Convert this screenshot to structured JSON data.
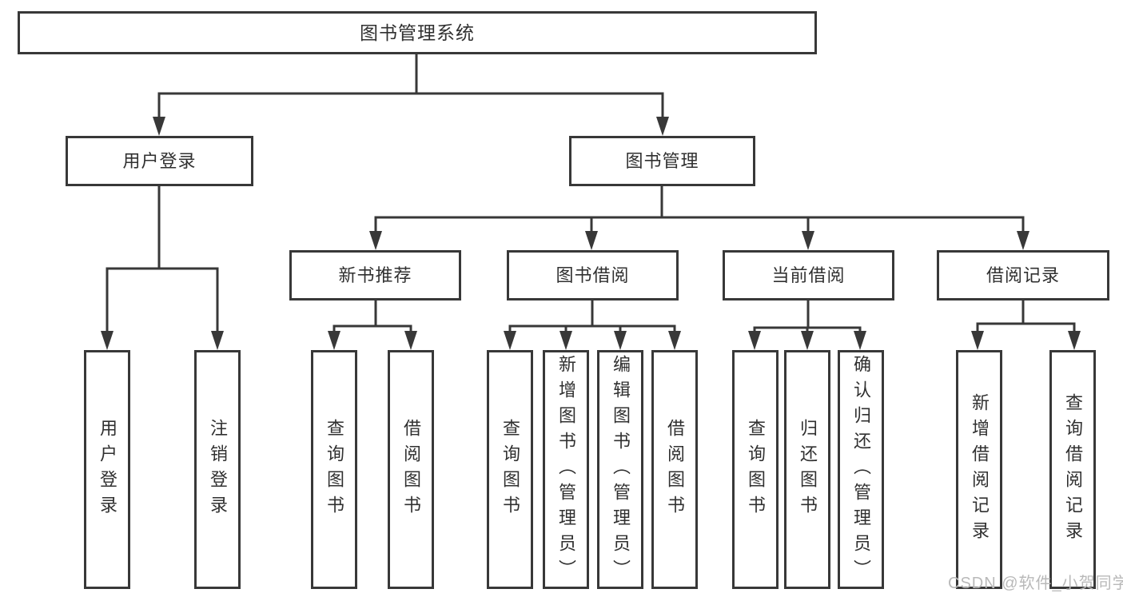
{
  "diagram": {
    "tree": {
      "label": "图书管理系统",
      "children": [
        {
          "label": "用户登录",
          "children": [
            {
              "label": "用户登录"
            },
            {
              "label": "注销登录"
            }
          ]
        },
        {
          "label": "图书管理",
          "children": [
            {
              "label": "新书推荐",
              "children": [
                {
                  "label": "查询图书"
                },
                {
                  "label": "借阅图书"
                }
              ]
            },
            {
              "label": "图书借阅",
              "children": [
                {
                  "label": "查询图书"
                },
                {
                  "label": "新增图书（管理员）"
                },
                {
                  "label": "编辑图书（管理员）"
                },
                {
                  "label": "借阅图书"
                }
              ]
            },
            {
              "label": "当前借阅",
              "children": [
                {
                  "label": "查询图书"
                },
                {
                  "label": "归还图书"
                },
                {
                  "label": "确认归还（管理员）"
                }
              ]
            },
            {
              "label": "借阅记录",
              "children": [
                {
                  "label": "新增借阅记录"
                },
                {
                  "label": "查询借阅记录"
                }
              ]
            }
          ]
        }
      ]
    },
    "watermark": "CSDN @软件_小贺同学",
    "colors": {
      "line": "#383838",
      "text": "#303030",
      "watermark": "#b9b9b9",
      "background": "#ffffff"
    }
  }
}
